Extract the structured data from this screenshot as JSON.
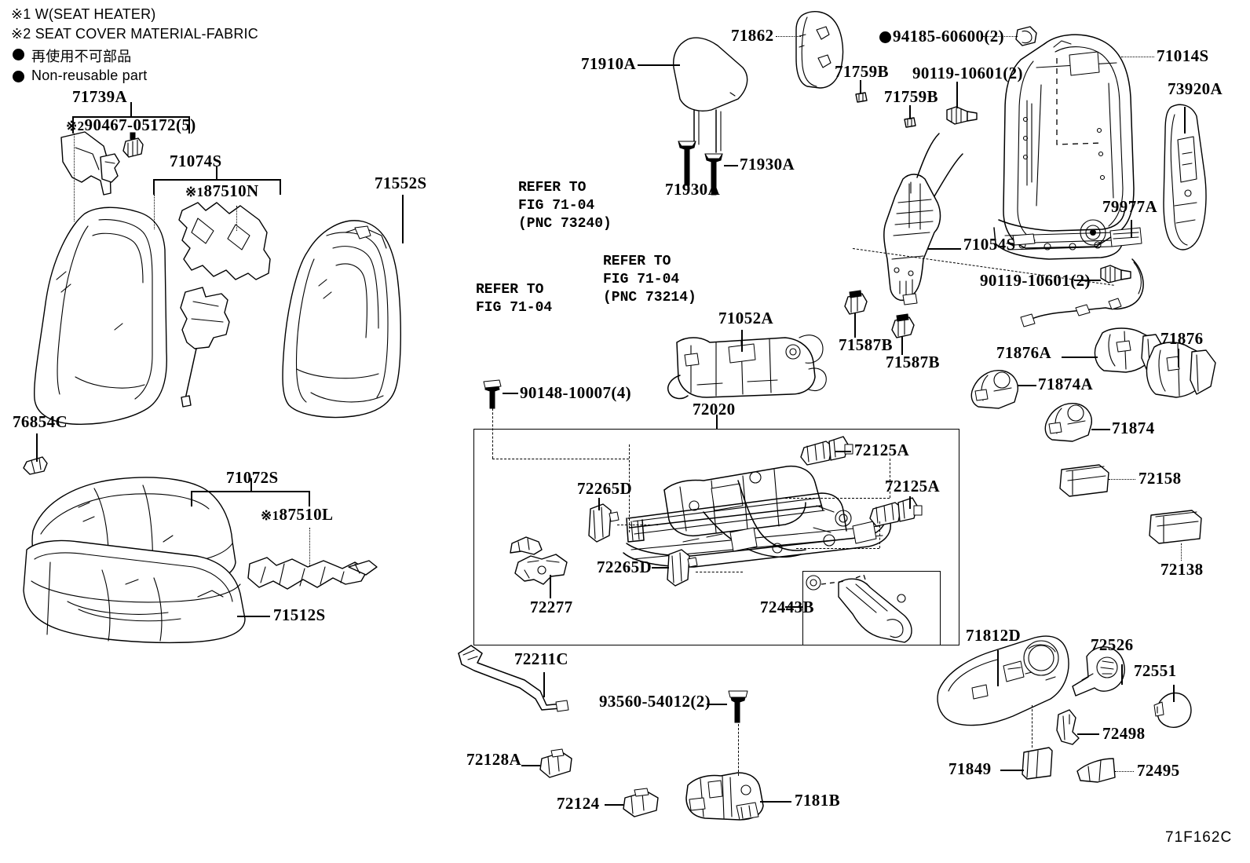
{
  "figure": {
    "code": "71F162C",
    "title": "Seat & Seat Track — Front Seat"
  },
  "legend": {
    "note1": "※1 W(SEAT HEATER)",
    "note2": "※2 SEAT COVER MATERIAL-FABRIC",
    "nonreusable_jp": "再使用不可部品",
    "nonreusable_en": "Non-reusable part"
  },
  "refer_blocks": [
    {
      "id": "ref_73240",
      "text": "REFER TO\nFIG 71-04\n(PNC 73240)"
    },
    {
      "id": "ref_73214",
      "text": "REFER TO\nFIG 71-04\n(PNC 73214)"
    },
    {
      "id": "ref_plain",
      "text": "REFER TO\nFIG 71-04"
    }
  ],
  "parts": [
    {
      "id": "p71739A",
      "label": "71739A"
    },
    {
      "id": "p90467",
      "label": "90467-05172(5)",
      "prefix": "※2"
    },
    {
      "id": "p71074S",
      "label": "71074S"
    },
    {
      "id": "p87510N",
      "label": "87510N",
      "prefix": "※1"
    },
    {
      "id": "p71552S",
      "label": "71552S"
    },
    {
      "id": "p76854C",
      "label": "76854C"
    },
    {
      "id": "p71072S",
      "label": "71072S"
    },
    {
      "id": "p87510L",
      "label": "87510L",
      "prefix": "※1"
    },
    {
      "id": "p71512S",
      "label": "71512S"
    },
    {
      "id": "p71910A",
      "label": "71910A"
    },
    {
      "id": "p71930A_1",
      "label": "71930A"
    },
    {
      "id": "p71930A_2",
      "label": "71930A"
    },
    {
      "id": "p71862",
      "label": "71862"
    },
    {
      "id": "p94185",
      "label": "94185-60600(2)",
      "bullet": true
    },
    {
      "id": "p71759B_1",
      "label": "71759B"
    },
    {
      "id": "p71759B_2",
      "label": "71759B"
    },
    {
      "id": "p90119_1",
      "label": "90119-10601(2)"
    },
    {
      "id": "p90119_2",
      "label": "90119-10601(2)"
    },
    {
      "id": "p71014S",
      "label": "71014S"
    },
    {
      "id": "p73920A",
      "label": "73920A"
    },
    {
      "id": "p79977A",
      "label": "79977A"
    },
    {
      "id": "p71054S",
      "label": "71054S"
    },
    {
      "id": "p71052A",
      "label": "71052A"
    },
    {
      "id": "p71587B_1",
      "label": "71587B"
    },
    {
      "id": "p71587B_2",
      "label": "71587B"
    },
    {
      "id": "p90148",
      "label": "90148-10007(4)"
    },
    {
      "id": "p72020",
      "label": "72020"
    },
    {
      "id": "p72125A_1",
      "label": "72125A"
    },
    {
      "id": "p72125A_2",
      "label": "72125A"
    },
    {
      "id": "p72265D_1",
      "label": "72265D"
    },
    {
      "id": "p72265D_2",
      "label": "72265D"
    },
    {
      "id": "p72277",
      "label": "72277"
    },
    {
      "id": "p72443B",
      "label": "72443B"
    },
    {
      "id": "p71876A",
      "label": "71876A"
    },
    {
      "id": "p71876",
      "label": "71876"
    },
    {
      "id": "p71874A",
      "label": "71874A"
    },
    {
      "id": "p71874",
      "label": "71874"
    },
    {
      "id": "p72158",
      "label": "72158"
    },
    {
      "id": "p72138",
      "label": "72138"
    },
    {
      "id": "p71812D",
      "label": "71812D"
    },
    {
      "id": "p72526",
      "label": "72526"
    },
    {
      "id": "p72551",
      "label": "72551"
    },
    {
      "id": "p72498",
      "label": "72498"
    },
    {
      "id": "p71849",
      "label": "71849"
    },
    {
      "id": "p72495",
      "label": "72495"
    },
    {
      "id": "p72211C",
      "label": "72211C"
    },
    {
      "id": "p93560",
      "label": "93560-54012(2)"
    },
    {
      "id": "p72128A",
      "label": "72128A"
    },
    {
      "id": "p72124",
      "label": "72124"
    },
    {
      "id": "p7181B",
      "label": "7181B"
    }
  ],
  "colors": {
    "ink": "#000000",
    "paper": "#ffffff"
  }
}
